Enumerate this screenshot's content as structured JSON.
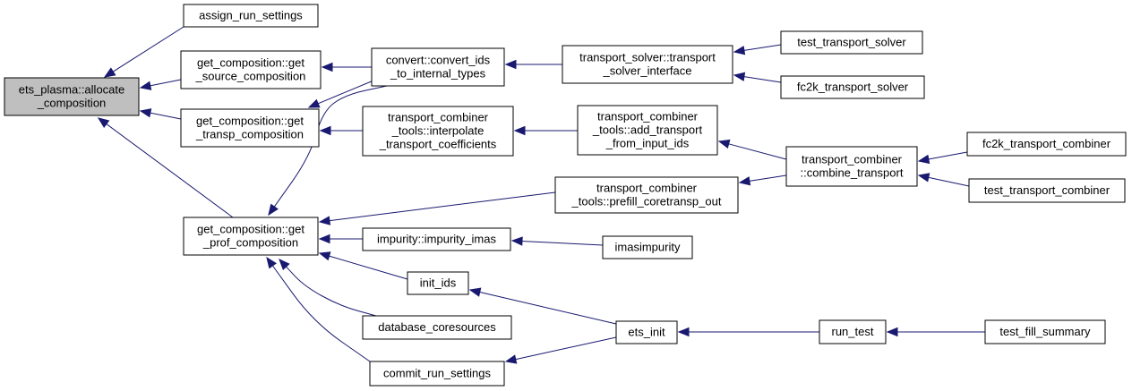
{
  "graph": {
    "edge_color": "#191970",
    "root_fill": "#bfbfbf",
    "nodes": [
      {
        "id": "ets_plasma",
        "lines": [
          "ets_plasma::allocate",
          "_composition"
        ],
        "root": true
      },
      {
        "id": "assign_run",
        "lines": [
          "assign_run_settings"
        ]
      },
      {
        "id": "get_source",
        "lines": [
          "get_composition::get",
          "_source_composition"
        ]
      },
      {
        "id": "get_transp",
        "lines": [
          "get_composition::get",
          "_transp_composition"
        ]
      },
      {
        "id": "get_prof",
        "lines": [
          "get_composition::get",
          "_prof_composition"
        ]
      },
      {
        "id": "convert",
        "lines": [
          "convert::convert_ids",
          "_to_internal_types"
        ]
      },
      {
        "id": "tc_interp",
        "lines": [
          "transport_combiner",
          "_tools::interpolate",
          "_transport_coefficients"
        ]
      },
      {
        "id": "tc_prefill",
        "lines": [
          "transport_combiner",
          "_tools::prefill_coretransp_out"
        ]
      },
      {
        "id": "impurity",
        "lines": [
          "impurity::impurity_imas"
        ]
      },
      {
        "id": "init_ids",
        "lines": [
          "init_ids"
        ]
      },
      {
        "id": "database",
        "lines": [
          "database_coresources"
        ]
      },
      {
        "id": "commit_run",
        "lines": [
          "commit_run_settings"
        ]
      },
      {
        "id": "ts_interface",
        "lines": [
          "transport_solver::transport",
          "_solver_interface"
        ]
      },
      {
        "id": "tc_add",
        "lines": [
          "transport_combiner",
          "_tools::add_transport",
          "_from_input_ids"
        ]
      },
      {
        "id": "imasimpurity",
        "lines": [
          "imasimpurity"
        ]
      },
      {
        "id": "ets_init",
        "lines": [
          "ets_init"
        ]
      },
      {
        "id": "test_ts",
        "lines": [
          "test_transport_solver"
        ]
      },
      {
        "id": "fc2k_ts",
        "lines": [
          "fc2k_transport_solver"
        ]
      },
      {
        "id": "tc_combine",
        "lines": [
          "transport_combiner",
          "::combine_transport"
        ]
      },
      {
        "id": "run_test",
        "lines": [
          "run_test"
        ]
      },
      {
        "id": "fc2k_tc",
        "lines": [
          "fc2k_transport_combiner"
        ]
      },
      {
        "id": "test_tc",
        "lines": [
          "test_transport_combiner"
        ]
      },
      {
        "id": "test_fill",
        "lines": [
          "test_fill_summary"
        ]
      }
    ],
    "edges": [
      {
        "from": "assign_run",
        "to": "ets_plasma"
      },
      {
        "from": "get_source",
        "to": "ets_plasma"
      },
      {
        "from": "get_transp",
        "to": "ets_plasma"
      },
      {
        "from": "get_prof",
        "to": "ets_plasma"
      },
      {
        "from": "convert",
        "to": "get_source"
      },
      {
        "from": "convert",
        "to": "get_transp"
      },
      {
        "from": "convert",
        "to": "get_prof"
      },
      {
        "from": "tc_interp",
        "to": "get_transp"
      },
      {
        "from": "tc_prefill",
        "to": "get_prof"
      },
      {
        "from": "impurity",
        "to": "get_prof"
      },
      {
        "from": "init_ids",
        "to": "get_prof"
      },
      {
        "from": "database",
        "to": "get_prof"
      },
      {
        "from": "commit_run",
        "to": "get_prof"
      },
      {
        "from": "ts_interface",
        "to": "convert"
      },
      {
        "from": "tc_add",
        "to": "tc_interp"
      },
      {
        "from": "tc_combine",
        "to": "tc_add"
      },
      {
        "from": "tc_combine",
        "to": "tc_prefill"
      },
      {
        "from": "imasimpurity",
        "to": "impurity"
      },
      {
        "from": "ets_init",
        "to": "init_ids"
      },
      {
        "from": "ets_init",
        "to": "commit_run"
      },
      {
        "from": "test_ts",
        "to": "ts_interface"
      },
      {
        "from": "fc2k_ts",
        "to": "ts_interface"
      },
      {
        "from": "fc2k_tc",
        "to": "tc_combine"
      },
      {
        "from": "test_tc",
        "to": "tc_combine"
      },
      {
        "from": "run_test",
        "to": "ets_init"
      },
      {
        "from": "test_fill",
        "to": "run_test"
      }
    ]
  }
}
